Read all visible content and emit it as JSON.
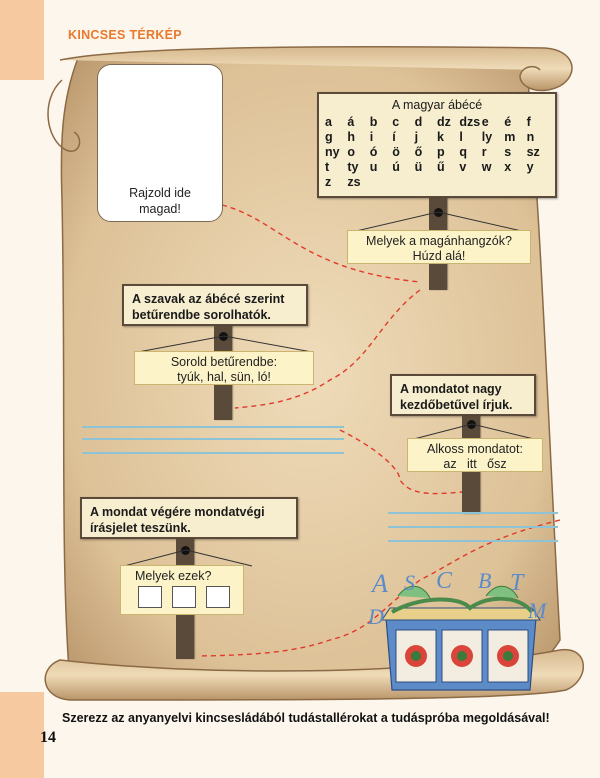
{
  "header": {
    "title": "KINCSES TÉRKÉP"
  },
  "photo_frame": {
    "caption_line1": "Rajzold ide",
    "caption_line2": "magad!"
  },
  "alphabet_sign": {
    "title": "A magyar ábécé",
    "letters": [
      "a",
      "á",
      "b",
      "c",
      "d",
      "dz",
      "dzs",
      "e",
      "é",
      "f",
      "g",
      "h",
      "i",
      "í",
      "j",
      "k",
      "l",
      "ly",
      "m",
      "n",
      "ny",
      "o",
      "ó",
      "ö",
      "ő",
      "p",
      "q",
      "r",
      "s",
      "sz",
      "t",
      "ty",
      "u",
      "ú",
      "ü",
      "ű",
      "v",
      "w",
      "x",
      "y",
      "z",
      "zs",
      "",
      "",
      "",
      "",
      "",
      "",
      "",
      ""
    ]
  },
  "task_vowels": {
    "line1": "Melyek a magánhangzók?",
    "line2": "Húzd alá!"
  },
  "sign_order": {
    "line1": "A szavak az ábécé szerint",
    "line2": "betűrendbe sorolhatók."
  },
  "task_order": {
    "line1": "Sorold betűrendbe:",
    "line2": "tyúk, hal, sün, ló!"
  },
  "sign_capital": {
    "line1": "A mondatot nagy",
    "line2": "kezdőbetűvel írjuk."
  },
  "task_sentence": {
    "line1": "Alkoss mondatot:",
    "line2": "az   itt   ősz"
  },
  "sign_punct": {
    "line1": "A mondat végére mondatvégi",
    "line2": "írásjelet teszünk."
  },
  "task_punct": {
    "line1": "Melyek ezek?",
    "boxes": 3
  },
  "footer": {
    "text": "Szerezz az anyanyelvi kincsesládából tudástallérokat a tudáspróba megoldásával!",
    "page_number": "14"
  },
  "colors": {
    "accent": "#e8792e",
    "parchment": "#dcc29a",
    "post": "#5a4a3a",
    "dash": "#e03a2a"
  }
}
